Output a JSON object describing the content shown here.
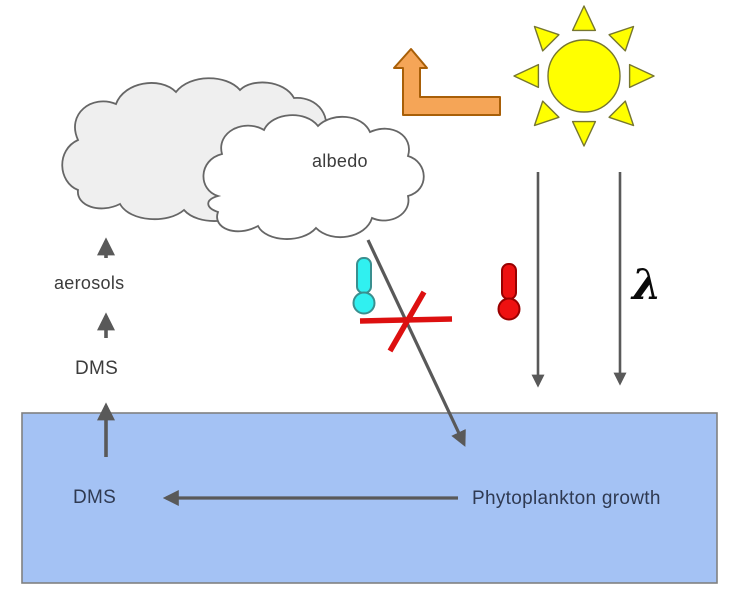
{
  "diagram": {
    "description": "Ocean DMS - cloud albedo feedback diagram",
    "labels": {
      "albedo": "albedo",
      "aerosols": "aerosols",
      "dms_atmosphere": "DMS",
      "dms_ocean": "DMS",
      "phytoplankton": "Phytoplankton growth",
      "lambda": "λ"
    },
    "icons": {
      "sun": "sun-icon",
      "cloud_back": "cloud-icon",
      "cloud_front": "cloud-icon",
      "reflected_radiation": "bent-up-arrow-icon",
      "thermometer_cool": "thermometer-cool-icon",
      "thermometer_warm": "thermometer-warm-icon",
      "negated": "red-cross-icon"
    },
    "colors": {
      "ocean_fill": "#A4C2F4",
      "ocean_stroke": "#808080",
      "sun_fill": "#FFFF00",
      "sun_stroke": "#76762F",
      "bent_arrow_fill": "#F5A557",
      "bent_arrow_stroke": "#A85F08",
      "cloud_back_fill": "#EFEFEF",
      "cloud_front_fill": "#FFFFFF",
      "cloud_stroke": "#666666",
      "arrow_gray": "#595959",
      "cross_red": "#DD1010",
      "thermometer_warm_fill": "#EE1111",
      "thermometer_warm_stroke": "#990000",
      "thermometer_cool_fill": "#30F0F0",
      "thermometer_cool_stroke": "#3A8F8F",
      "label_text": "#3C3C3C",
      "ocean_text": "#2F3A52"
    }
  }
}
